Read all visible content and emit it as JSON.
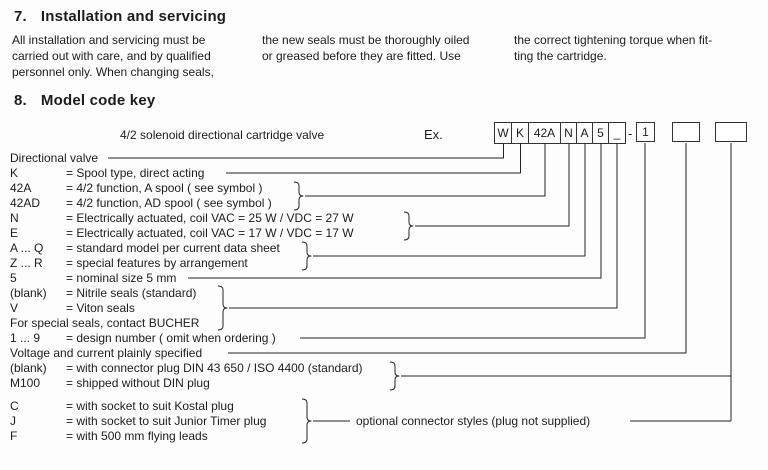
{
  "section7": {
    "number": "7.",
    "title": "Installation and servicing"
  },
  "paragraph": {
    "col1": "All installation and servicing  must be\ncarried out with care, and by qualified\npersonnel only. When changing seals,",
    "col2": "the new seals must be thoroughly oiled\nor greased before they are fitted. Use",
    "col3": "the correct tightening torque when fit-\nting the cartridge."
  },
  "section8": {
    "number": "8.",
    "title": "Model code key"
  },
  "diagram": {
    "caption": "4/2 solenoid directional cartridge valve",
    "example_label": "Ex.",
    "code_cells": [
      "W",
      "K",
      "42A",
      "N",
      "A",
      "5",
      "_"
    ],
    "separator": "-",
    "design_cell": "1",
    "note": "optional connector styles (plug not supplied)",
    "rows": [
      {
        "code": "Directional valve",
        "desc": ""
      },
      {
        "code": "K",
        "desc": "= Spool type, direct acting"
      },
      {
        "code": "42A",
        "desc": "= 4/2 function, A spool  ( see symbol )"
      },
      {
        "code": "42AD",
        "desc": "= 4/2 function, AD spool  ( see symbol )"
      },
      {
        "code": "N",
        "desc": "= Electrically actuated, coil VAC = 25 W  /  VDC = 27 W"
      },
      {
        "code": "E",
        "desc": "= Electrically actuated, coil VAC = 17 W  /  VDC = 17 W"
      },
      {
        "code": "A ... Q",
        "desc": "= standard model per current data sheet"
      },
      {
        "code": "Z ... R",
        "desc": "= special features by arrangement"
      },
      {
        "code": "5",
        "desc": "= nominal size 5 mm"
      },
      {
        "code": "(blank)",
        "desc": "= Nitrile seals (standard)"
      },
      {
        "code": "V",
        "desc": "= Viton seals"
      },
      {
        "code": "For special seals, contact BUCHER",
        "desc": ""
      },
      {
        "code": "1 ... 9",
        "desc": "= design number  ( omit when ordering )"
      },
      {
        "code": "Voltage and current plainly specified",
        "desc": ""
      },
      {
        "code": "(blank)",
        "desc": "= with connector plug DIN 43 650 / ISO 4400 (standard)"
      },
      {
        "code": "M100",
        "desc": "= shipped without DIN plug"
      },
      {
        "code": "C",
        "desc": "= with socket to suit Kostal plug"
      },
      {
        "code": "J",
        "desc": "= with socket to suit Junior Timer plug"
      },
      {
        "code": "F",
        "desc": "= with 500 mm flying leads"
      }
    ]
  }
}
